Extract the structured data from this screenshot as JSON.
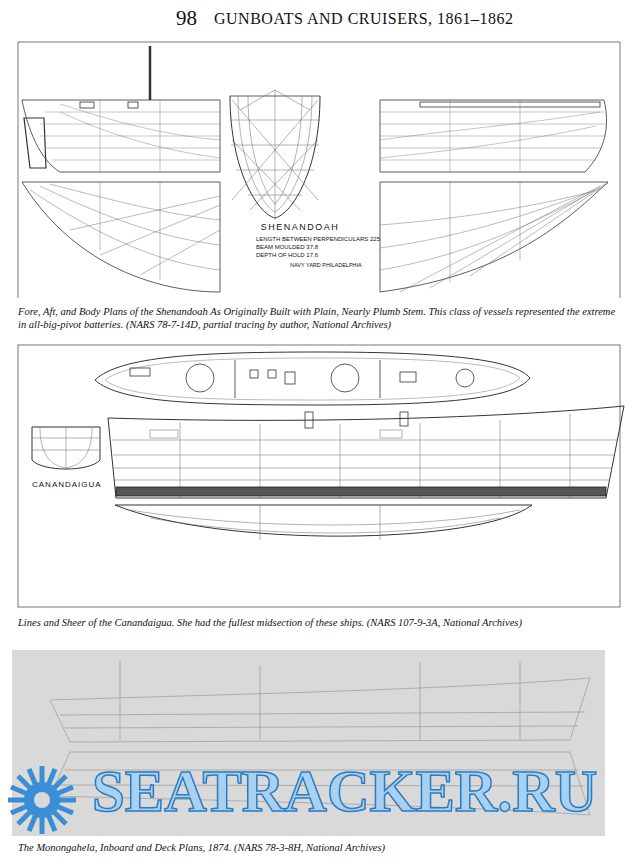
{
  "diagram": {
    "title": "GUNBOATS AND CRUISERS, 1861–1862",
    "labels": [
      "98",
      "SHENANDOAH",
      "LENGTH BETWEEN PERPENDICULARS 225",
      "BEAM MOULDED 37.8",
      "DEPTH OF HOLD 17.6",
      "NAVY YARD PHILADELPHIA",
      "Fore, Aft, and Body Plans of the Shenandoah As Originally Built with Plain, Nearly Plumb Stem. This class of vessels represented the extreme in all-big-pivot batteries. (NARS 78-7-14D, partial tracing by author, National Archives)",
      "CANANDAIGUA",
      "Lines and Sheer of the Canandaigua. She had the fullest midsection of these ships. (NARS 107-9-3A, National Archives)",
      "The Monongahela, Inboard and Deck Plans, 1874. (NARS 78-3-8H, National Archives)",
      "SEATRACKER.RU"
    ]
  }
}
